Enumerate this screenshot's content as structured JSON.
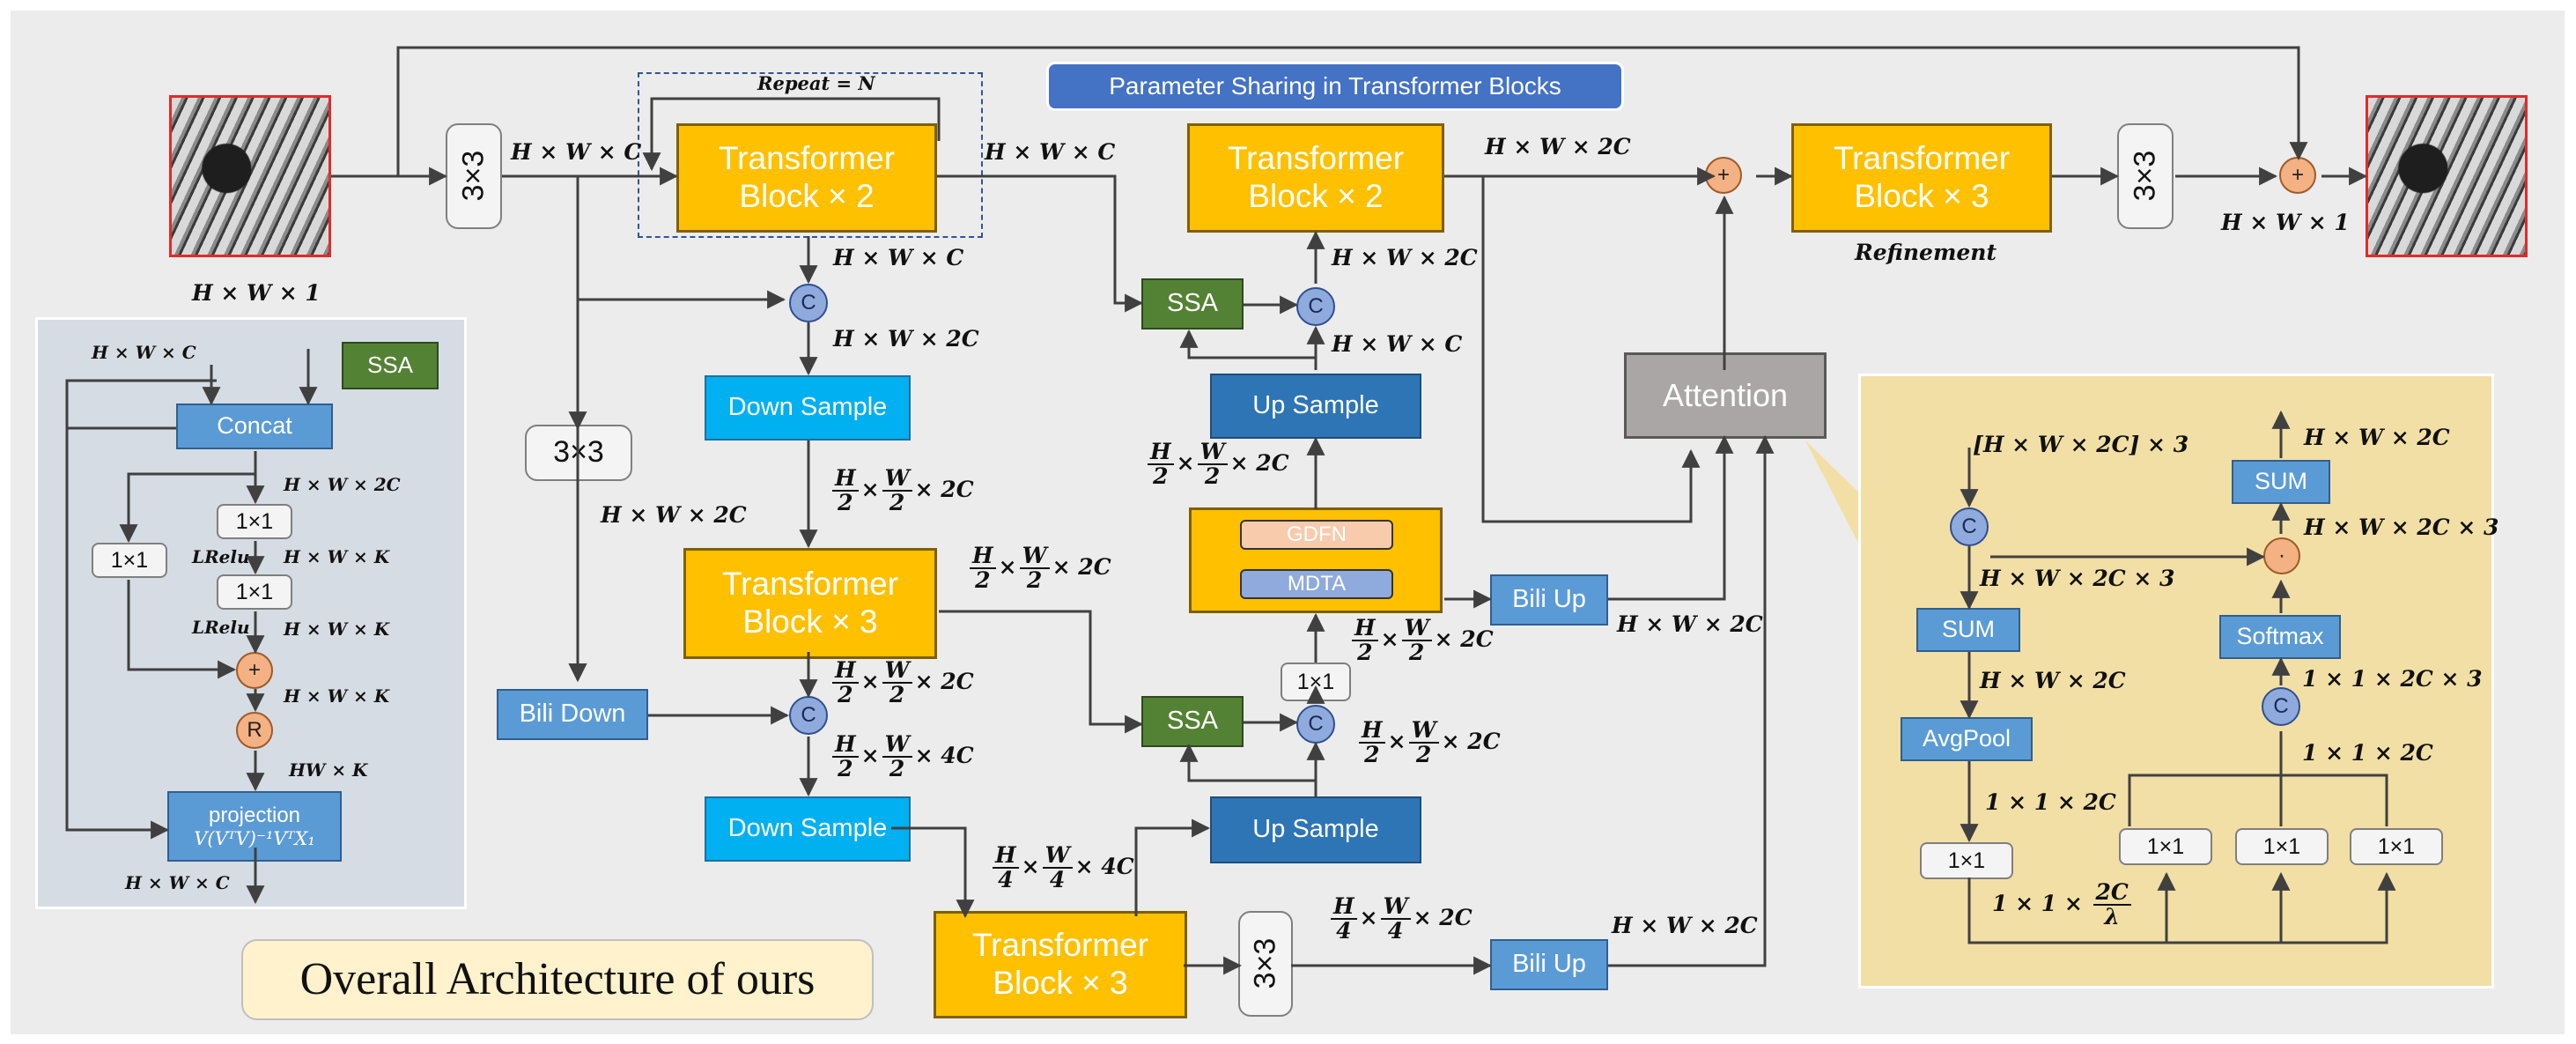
{
  "title": "Overall Architecture of ours",
  "banner": "Parameter Sharing in Transformer Blocks",
  "repeat_label": "Repeat = N",
  "refinement_label": "Refinement",
  "blocks": {
    "tb_top1": "Transformer Block × 2",
    "tb_top2": "Transformer Block × 2",
    "tb_mid": "Transformer Block × 3",
    "tb_bot": "Transformer Block × 3",
    "tb_ref": "Transformer Block × 3",
    "conv_in": "3×3",
    "conv_out": "3×3",
    "conv_mid": "3×3",
    "conv_bot": "3×3",
    "down1": "Down Sample",
    "down2": "Down Sample",
    "up1": "Up Sample",
    "up2": "Up Sample",
    "bili_down": "Bili Down",
    "bili_up1": "Bili Up",
    "bili_up2": "Bili Up",
    "ssa1": "SSA",
    "ssa2": "SSA",
    "attention": "Attention",
    "gdfn": "GDFN",
    "mdta": "MDTA",
    "conv1x1_mid": "1×1"
  },
  "dims": {
    "in": "H × W × 1",
    "out": "H × W × 1",
    "a": "H × W × C",
    "b": "H × W × C",
    "c": "H × W × C",
    "d": "H × W × 2C",
    "e": "H × W × 2C",
    "f": "H × W × 2C",
    "g": "H × W × 2C",
    "h": "H × W × C",
    "i": "H × W × 2C",
    "j": "H × W × 2C",
    "frac_h2": "H",
    "frac_w2": "W",
    "frac_d2": "2",
    "x2c": "× 2C",
    "x4c": "× 4C",
    "frac_d4": "4"
  },
  "ssa_panel": {
    "in_label": "H × W × C",
    "ssa": "SSA",
    "concat": "Concat",
    "c1": "1×1",
    "c2": "1×1",
    "c3": "1×1",
    "lrelu1": "LRelu",
    "lrelu2": "LRelu",
    "d1": "H × W × 2C",
    "d2": "H × W × K",
    "d3": "H × W × K",
    "d4": "H × W × K",
    "d5": "HW × K",
    "projection": "projection",
    "proj_formula": "V(VᵀV)⁻¹VᵀX₁",
    "plus": "+",
    "relu": "R",
    "out": "H × W × C"
  },
  "attn_panel": {
    "in": "[H × W × 2C] × 3",
    "sum1": "SUM",
    "sum2": "SUM",
    "avgpool": "AvgPool",
    "softmax": "Softmax",
    "c1": "1×1",
    "c2": "1×1",
    "c3": "1×1",
    "c4": "1×1",
    "d1": "H × W × 2C × 3",
    "d2": "H × W × 2C",
    "d3": "1 × 1 × 2C",
    "d4": "1 × 1 ×",
    "d4n": "2C",
    "d4d": "λ",
    "d5": "1 × 1 × 2C",
    "d6": "1 × 1 × 2C × 3",
    "d7": "H × W × 2C × 3",
    "d8": "H × W × 2C",
    "dot": "·"
  },
  "colors": {
    "transformer": "#ffc000",
    "down": "#00b0f0",
    "up": "#2e75b6",
    "ssa": "#548235",
    "concat_node": "#8faadc",
    "plus_node": "#f4b183",
    "ssa_panel_bg": "#d6dce4",
    "attn_panel_bg": "#f2dfa6"
  }
}
